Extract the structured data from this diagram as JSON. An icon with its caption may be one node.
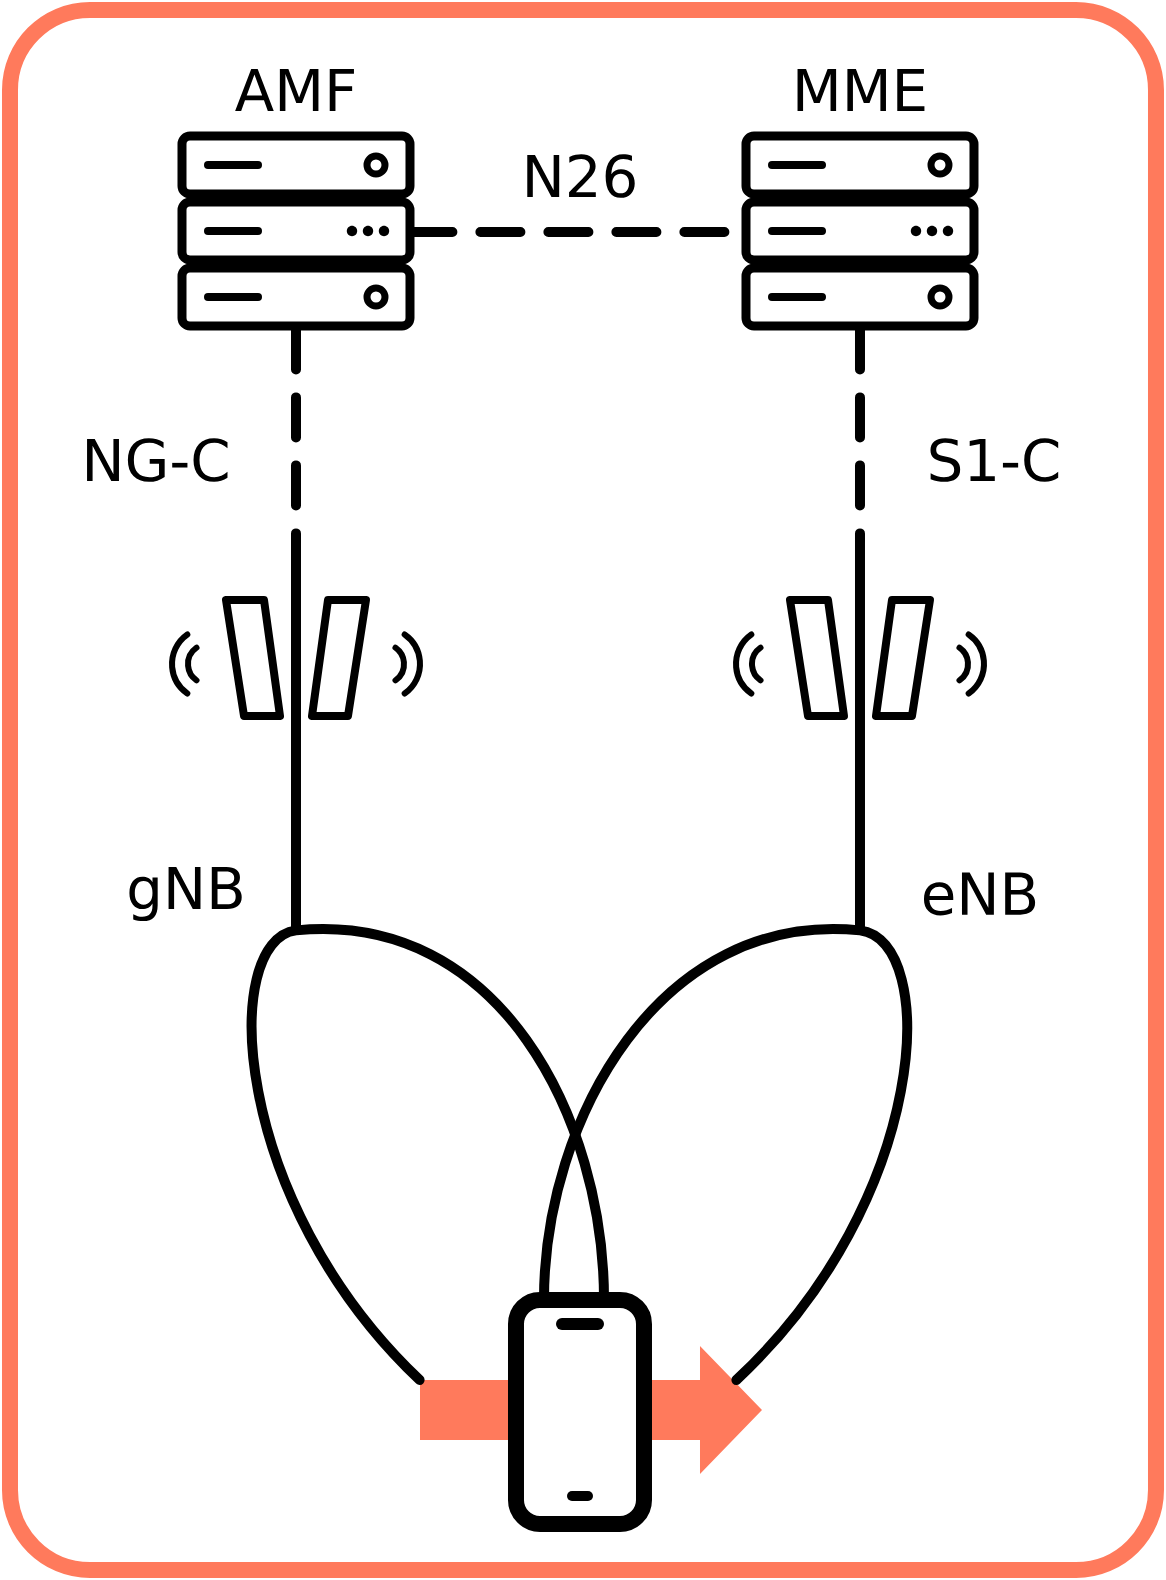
{
  "diagram": {
    "nodes": [
      {
        "text": [
          "AMF"
        ]
      },
      {
        "text": [
          "MME"
        ]
      },
      {
        "text": [
          "gNB"
        ]
      },
      {
        "text": [
          "eNB"
        ]
      },
      {
        "text": [],
        "shape": "phone"
      }
    ],
    "edges": [
      {
        "from": 0,
        "to": 1,
        "arrow": "none",
        "style": "dashed",
        "label": "N26"
      },
      {
        "from": 0,
        "to": 2,
        "arrow": "none",
        "style": "dashed",
        "label": "NG-C"
      },
      {
        "from": 1,
        "to": 3,
        "arrow": "none",
        "style": "dashed",
        "label": "S1-C"
      },
      {
        "from": 2,
        "to": 4,
        "arrow": "none"
      },
      {
        "from": 3,
        "to": 4,
        "arrow": "none"
      }
    ]
  }
}
